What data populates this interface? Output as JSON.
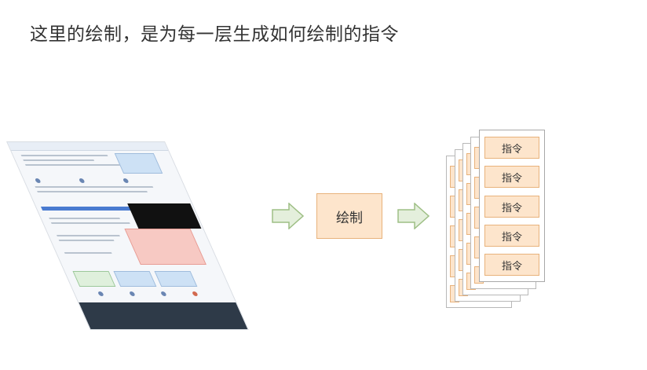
{
  "title": "这里的绘制，是为每一层生成如何绘制的指令",
  "paint_label": "绘制",
  "instructions": [
    "指令",
    "指令",
    "指令",
    "指令",
    "指令"
  ],
  "colors": {
    "node_fill": "#fde5cc",
    "node_border": "#e8b27b",
    "arrow_fill": "#e4efdc",
    "arrow_border": "#9ebf85"
  }
}
